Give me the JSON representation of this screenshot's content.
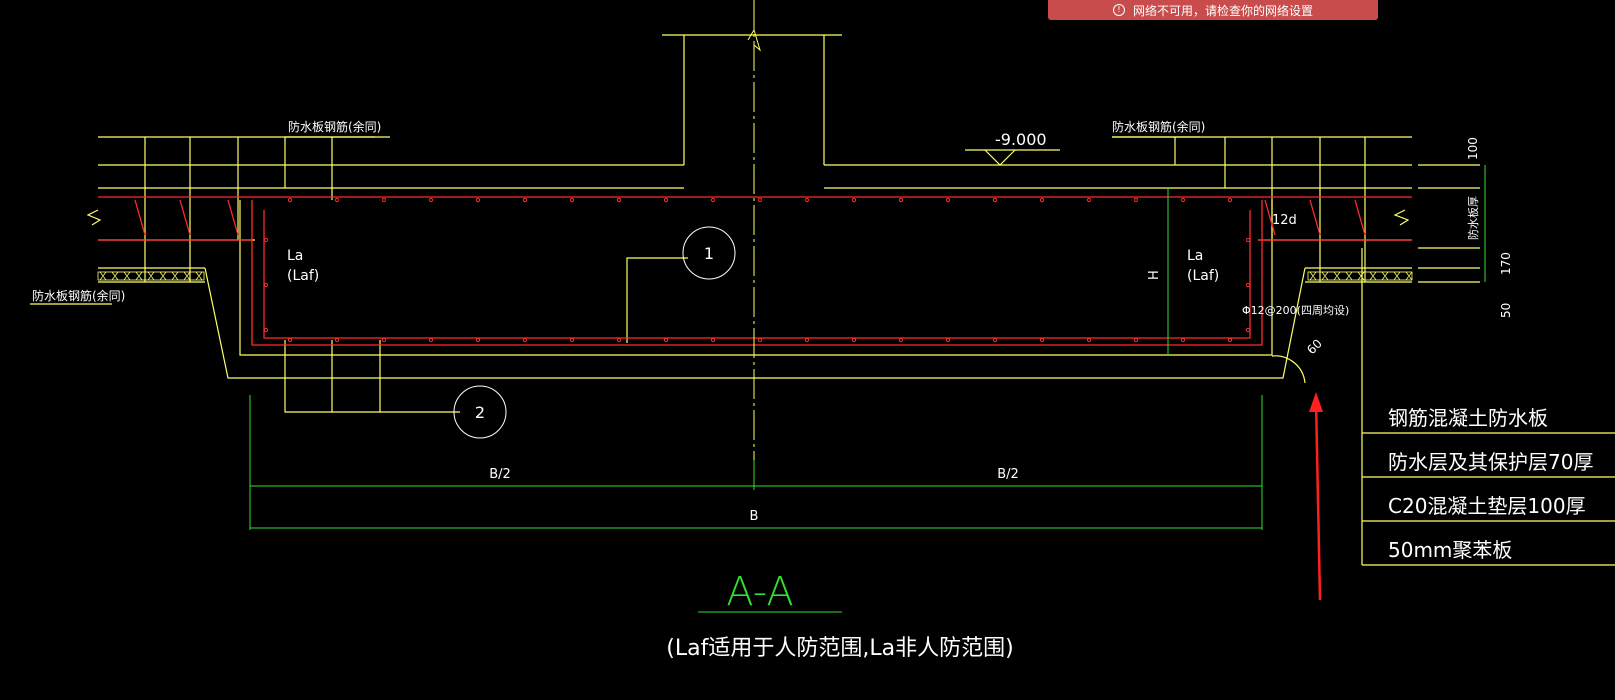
{
  "toast": {
    "message": "网络不可用，请检查你的网络设置",
    "icon": "info-icon"
  },
  "labels": {
    "rebar_note_left_top": "防水板钢筋(余同)",
    "rebar_note_right_top": "防水板钢筋(余同)",
    "rebar_note_left_side": "防水板钢筋(余同)",
    "elevation": "-9.000",
    "dim_100": "100",
    "dim_thickness": "防水板厚",
    "dim_170": "170",
    "dim_50": "50",
    "la_left": "La",
    "laf_left": "(Laf)",
    "la_right": "La",
    "laf_right": "(Laf)",
    "hook_len": "12d",
    "height": "H",
    "stirrup": "Φ12@200(四周均设)",
    "angle": "60",
    "callout_1": "1",
    "callout_2": "2",
    "half_b_left": "B/2",
    "half_b_right": "B/2",
    "full_b": "B",
    "section_title": "A-A",
    "section_note": "(Laf适用于人防范围,La非人防范围)"
  },
  "layer_table": [
    "钢筋混凝土防水板",
    "防水层及其保护层70厚",
    "C20混凝土垫层100厚",
    "50mm聚苯板"
  ],
  "colors": {
    "background": "#000000",
    "concrete": "#ffff66",
    "rebar": "#ff2a2a",
    "dimension": "#33dd33",
    "text": "#ffffff",
    "toast": "#c94c4c",
    "arrow": "#ff2020"
  }
}
